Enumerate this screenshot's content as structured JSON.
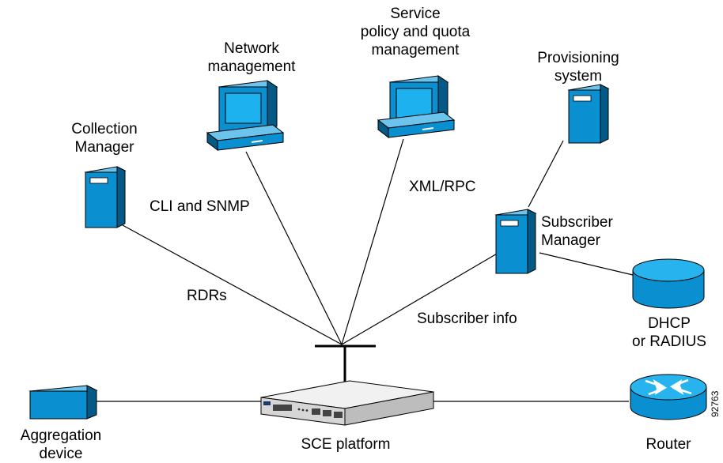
{
  "nodes": {
    "collection_manager": "Collection\nManager",
    "network_management": "Network\nmanagement",
    "service_policy": "Service\npolicy and quota\nmanagement",
    "provisioning_system": "Provisioning\nsystem",
    "subscriber_manager": "Subscriber\nManager",
    "dhcp_radius": "DHCP\nor RADIUS",
    "aggregation_device": "Aggregation\ndevice",
    "sce_platform": "SCE platform",
    "router": "Router"
  },
  "links": {
    "rdrs": "RDRs",
    "cli_snmp": "CLI and SNMP",
    "xml_rpc": "XML/RPC",
    "subscriber_info": "Subscriber info"
  },
  "figure_id": "92763",
  "colors": {
    "device_blue": "#0a8fd1",
    "device_dark": "#045a86",
    "platform_gray": "#e4e4e4",
    "line": "#000000"
  }
}
